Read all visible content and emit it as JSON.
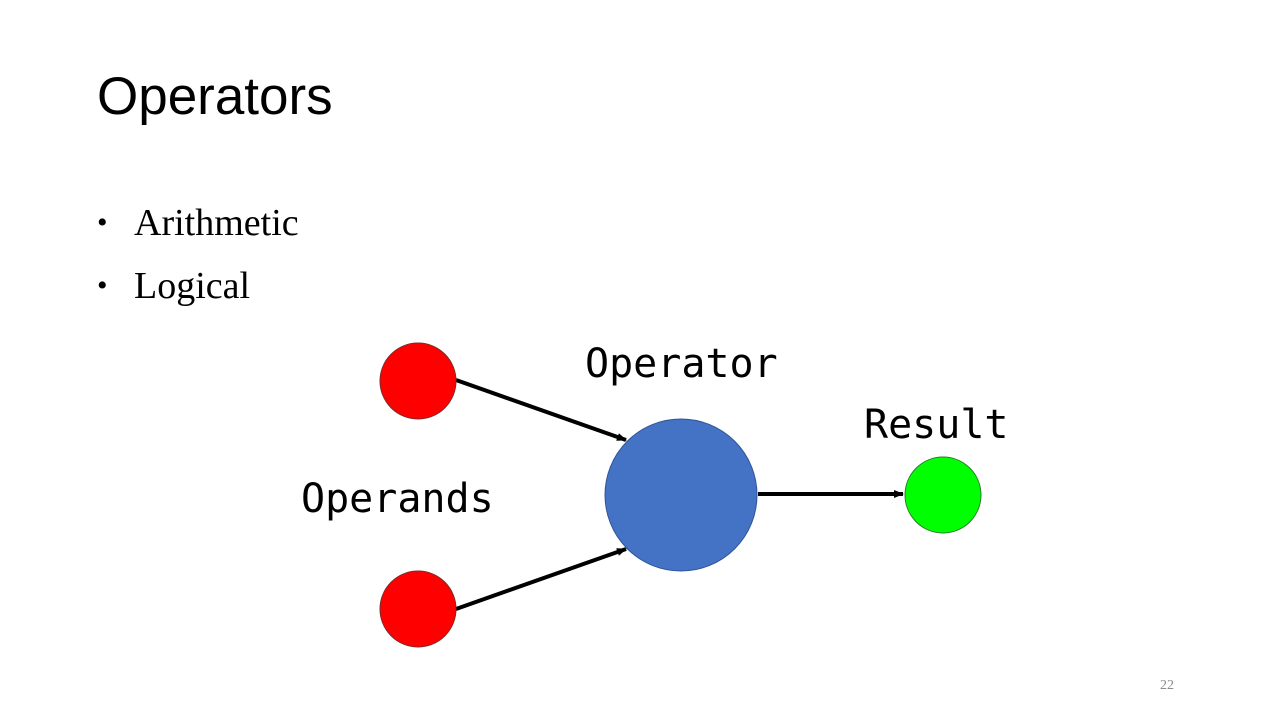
{
  "slide": {
    "title": "Operators",
    "bullets": [
      "Arithmetic",
      "Logical"
    ],
    "page_number": "22"
  },
  "diagram": {
    "labels": {
      "operator": "Operator",
      "operands": "Operands",
      "result": "Result"
    },
    "colors": {
      "operand": "#ff0000",
      "operator": "#4472c4",
      "result": "#00ff00",
      "arrow": "#000000"
    }
  }
}
